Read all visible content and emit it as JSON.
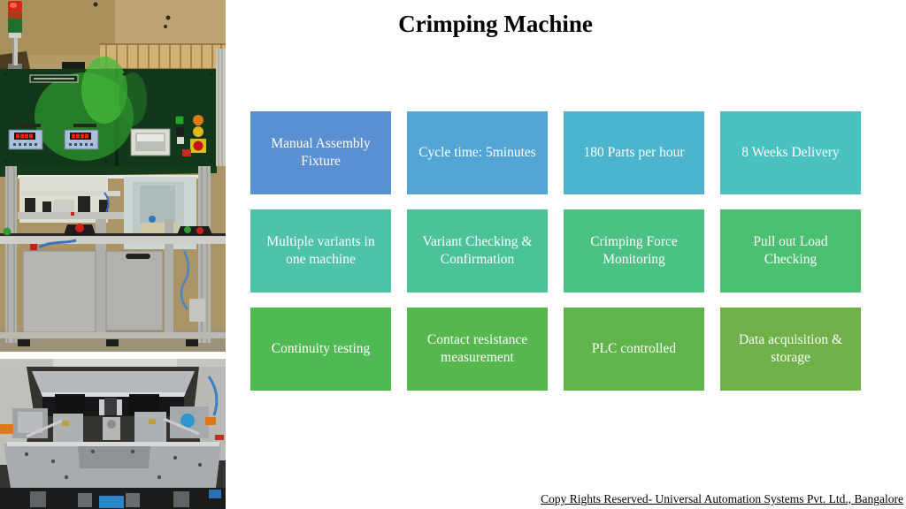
{
  "title": "Crimping Machine",
  "tiles": [
    {
      "label": "Manual Assembly Fixture",
      "color": "#5A8FD2"
    },
    {
      "label": "Cycle time: 5minutes",
      "color": "#52A5D4"
    },
    {
      "label": "180 Parts per hour",
      "color": "#4CB4CD"
    },
    {
      "label": "8 Weeks Delivery",
      "color": "#49C2C1"
    },
    {
      "label": "Multiple variants in one machine",
      "color": "#4EC3AA"
    },
    {
      "label": "Variant Checking & Confirmation",
      "color": "#4CC297"
    },
    {
      "label": "Crimping Force Monitoring",
      "color": "#4CC184"
    },
    {
      "label": "Pull out Load Checking",
      "color": "#4BC071"
    },
    {
      "label": "Continuity  testing",
      "color": "#4FBA53"
    },
    {
      "label": "Contact resistance measurement",
      "color": "#56B74E"
    },
    {
      "label": "PLC controlled",
      "color": "#61B44B"
    },
    {
      "label": "Data acquisition & storage",
      "color": "#6FB049"
    }
  ],
  "footer": {
    "text": "Copy Rights Reserved- Universal Automation Systems Pvt. Ltd., Bangalore"
  },
  "photos": [
    {
      "alt": "Green control panel with signal tower lamp, two digital meters, touchscreen and push buttons"
    },
    {
      "alt": "Full view of crimping machine with aluminium frame and grey cabinets"
    },
    {
      "alt": "Close-up of crimping fixture tooling plates"
    }
  ],
  "colors": {
    "background": "#ffffff",
    "tile_text": "#ffffff",
    "title_text": "#000000",
    "footer_text": "#000000"
  }
}
